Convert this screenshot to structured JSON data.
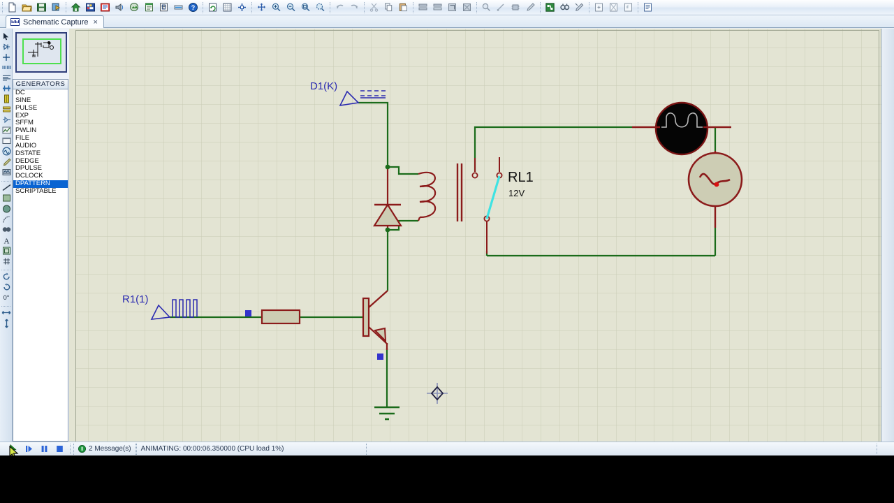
{
  "window": {
    "tab_label": "Schematic Capture",
    "tab_icon": "proteus-isis-icon",
    "tab_close": "×"
  },
  "toolbar": {
    "groups": [
      {
        "name": "file",
        "buttons": [
          {
            "icon": "new-file-icon",
            "label": "New"
          },
          {
            "icon": "open-folder-icon",
            "label": "Open"
          },
          {
            "icon": "save-disk-icon",
            "label": "Save"
          },
          {
            "icon": "import-section-icon",
            "label": "Import Section"
          }
        ]
      },
      {
        "name": "print-design",
        "buttons": [
          {
            "icon": "home-icon",
            "label": "Home"
          },
          {
            "icon": "print-layout-icon",
            "label": "Print"
          },
          {
            "icon": "print-preview-icon",
            "label": "Print Preview"
          },
          {
            "icon": "mark-output-icon",
            "label": "Mark Output Area"
          },
          {
            "icon": "export-graphics-icon",
            "label": "Export Graphics"
          },
          {
            "icon": "bill-of-materials-icon",
            "label": "Bill of Materials"
          },
          {
            "icon": "netlist-report-icon",
            "label": "Netlist Report"
          },
          {
            "icon": "electrical-rules-icon",
            "label": "Electrical Rules Check"
          },
          {
            "icon": "help-icon",
            "label": "Help"
          }
        ]
      },
      {
        "name": "view",
        "buttons": [
          {
            "icon": "refresh-icon",
            "label": "Redraw"
          },
          {
            "icon": "grid-toggle-icon",
            "label": "Toggle Grid"
          },
          {
            "icon": "origin-icon",
            "label": "Toggle False Origin"
          },
          {
            "icon": "pan-icon",
            "label": "Centre At Cursor"
          },
          {
            "icon": "zoom-in-icon",
            "label": "Zoom In"
          },
          {
            "icon": "zoom-out-icon",
            "label": "Zoom Out"
          },
          {
            "icon": "zoom-all-icon",
            "label": "Zoom To View Entire Sheet"
          },
          {
            "icon": "zoom-area-icon",
            "label": "Zoom To Area"
          }
        ]
      },
      {
        "name": "edit",
        "buttons": [
          {
            "icon": "undo-icon",
            "label": "Undo"
          },
          {
            "icon": "redo-icon",
            "label": "Redo"
          },
          {
            "icon": "cut-icon",
            "label": "Cut"
          },
          {
            "icon": "copy-icon",
            "label": "Copy"
          },
          {
            "icon": "paste-icon",
            "label": "Paste"
          },
          {
            "icon": "block-copy-icon",
            "label": "Block Copy"
          },
          {
            "icon": "block-move-icon",
            "label": "Block Move"
          },
          {
            "icon": "block-rotate-icon",
            "label": "Block Rotate"
          },
          {
            "icon": "block-delete-icon",
            "label": "Block Delete"
          },
          {
            "icon": "pick-device-icon",
            "label": "Pick Device"
          },
          {
            "icon": "make-device-icon",
            "label": "Make Device"
          },
          {
            "icon": "packaging-tool-icon",
            "label": "Packaging Tool"
          },
          {
            "icon": "decompose-icon",
            "label": "Decompose"
          }
        ]
      },
      {
        "name": "tools",
        "buttons": [
          {
            "icon": "wire-autorouter-icon",
            "label": "Wire Auto-Router"
          },
          {
            "icon": "search-tag-icon",
            "label": "Search and Tag"
          },
          {
            "icon": "property-assignment-icon",
            "label": "Property Assignment Tool"
          },
          {
            "icon": "new-sheet-icon",
            "label": "New Sheet"
          },
          {
            "icon": "remove-sheet-icon",
            "label": "Remove Sheet"
          },
          {
            "icon": "exit-sheet-icon",
            "label": "Exit Sheet"
          },
          {
            "icon": "design-explorer-icon",
            "label": "Design Explorer"
          }
        ]
      }
    ]
  },
  "rail": {
    "tools": [
      {
        "icon": "selection-arrow-icon",
        "label": "Selection Mode"
      },
      {
        "icon": "component-mode-icon",
        "label": "Component Mode"
      },
      {
        "icon": "junction-dot-icon",
        "label": "Junction Dot Mode"
      },
      {
        "icon": "wire-label-icon",
        "label": "Wire Label Mode"
      },
      {
        "icon": "text-script-icon",
        "label": "Text Script Mode"
      },
      {
        "icon": "bus-mode-icon",
        "label": "Buses Mode"
      },
      {
        "icon": "subcircuit-icon",
        "label": "Subcircuit Mode"
      },
      {
        "icon": "terminals-icon",
        "label": "Terminals Mode"
      },
      {
        "icon": "device-pin-icon",
        "label": "Device Pins Mode"
      },
      {
        "icon": "graph-mode-icon",
        "label": "Graph Mode"
      },
      {
        "icon": "tape-recorder-icon",
        "label": "Tape Recorder Mode"
      },
      {
        "icon": "generator-mode-icon",
        "label": "Generator Mode"
      },
      {
        "icon": "voltage-probe-icon",
        "label": "Voltage Probe Mode"
      },
      {
        "icon": "virtual-instrument-icon",
        "label": "Virtual Instruments Mode"
      },
      {
        "icon": "line-tool-icon",
        "label": "2D Graphics Line"
      },
      {
        "icon": "box-tool-icon",
        "label": "2D Graphics Box"
      },
      {
        "icon": "circle-tool-icon",
        "label": "2D Graphics Circle"
      },
      {
        "icon": "arc-tool-icon",
        "label": "2D Graphics Arc"
      },
      {
        "icon": "path-tool-icon",
        "label": "2D Graphics Path"
      },
      {
        "icon": "text-tool-icon",
        "label": "2D Graphics Text"
      },
      {
        "icon": "symbol-tool-icon",
        "label": "2D Graphics Symbol"
      },
      {
        "icon": "marker-tool-icon",
        "label": "2D Graphics Marker"
      },
      {
        "icon": "rotate-cw-icon",
        "label": "Rotate Clockwise"
      },
      {
        "icon": "rotate-ccw-icon",
        "label": "Rotate Anti-Clockwise"
      },
      {
        "icon": "rotation-angle-icon",
        "label": "0°"
      },
      {
        "icon": "mirror-horizontal-icon",
        "label": "Mirror Horizontally"
      },
      {
        "icon": "mirror-vertical-icon",
        "label": "Mirror Vertically"
      }
    ],
    "rotation_value": "0°"
  },
  "object_selector": {
    "header": "GENERATORS",
    "items": [
      {
        "label": "DC",
        "selected": false
      },
      {
        "label": "SINE",
        "selected": false
      },
      {
        "label": "PULSE",
        "selected": false
      },
      {
        "label": "EXP",
        "selected": false
      },
      {
        "label": "SFFM",
        "selected": false
      },
      {
        "label": "PWLIN",
        "selected": false
      },
      {
        "label": "FILE",
        "selected": false
      },
      {
        "label": "AUDIO",
        "selected": false
      },
      {
        "label": "DSTATE",
        "selected": false
      },
      {
        "label": "DEDGE",
        "selected": false
      },
      {
        "label": "DPULSE",
        "selected": false
      },
      {
        "label": "DCLOCK",
        "selected": false
      },
      {
        "label": "DPATTERN",
        "selected": true
      },
      {
        "label": "SCRIPTABLE",
        "selected": false
      }
    ]
  },
  "schematic": {
    "labels": {
      "diode_generator": "D1(K)",
      "resistor_generator": "R1(1)",
      "relay_ref": "RL1",
      "relay_value": "12V"
    },
    "components": [
      {
        "name": "dpattern-generator-d1",
        "label": "D1(K)",
        "type": "generator"
      },
      {
        "name": "dpattern-generator-r1",
        "label": "R1(1)",
        "type": "generator"
      },
      {
        "name": "flyback-diode-d1",
        "type": "diode"
      },
      {
        "name": "relay-coil-rl1",
        "type": "relay-coil"
      },
      {
        "name": "relay-contact-rl1",
        "type": "relay-contact",
        "state": "closed"
      },
      {
        "name": "resistor-r1",
        "type": "resistor"
      },
      {
        "name": "npn-transistor-q1",
        "type": "npn-bjt"
      },
      {
        "name": "ground-symbol",
        "type": "ground"
      },
      {
        "name": "lamp-load",
        "type": "lamp",
        "state": "off"
      },
      {
        "name": "ac-voltage-source",
        "type": "ac-source"
      }
    ],
    "colors": {
      "wire": "#1a6b1a",
      "body": "#8b1a1a",
      "label": "#2a2ab0",
      "lamp_off": "#050505",
      "relay_armature": "#3fe3e3",
      "probe_marker": "#3333cc",
      "fill": "#cdcdb4"
    }
  },
  "statusbar": {
    "play_stop_buttons": [
      {
        "icon": "run-cursor-icon",
        "label": "Run Simulation"
      },
      {
        "icon": "step-icon",
        "label": "Step"
      },
      {
        "icon": "pause-icon",
        "label": "Pause"
      },
      {
        "icon": "stop-icon",
        "label": "Stop"
      }
    ],
    "messages": "2 Message(s)",
    "messages_icon": "info-icon",
    "animation_status": "ANIMATING: 00:00:06.350000 (CPU load 1%)"
  }
}
